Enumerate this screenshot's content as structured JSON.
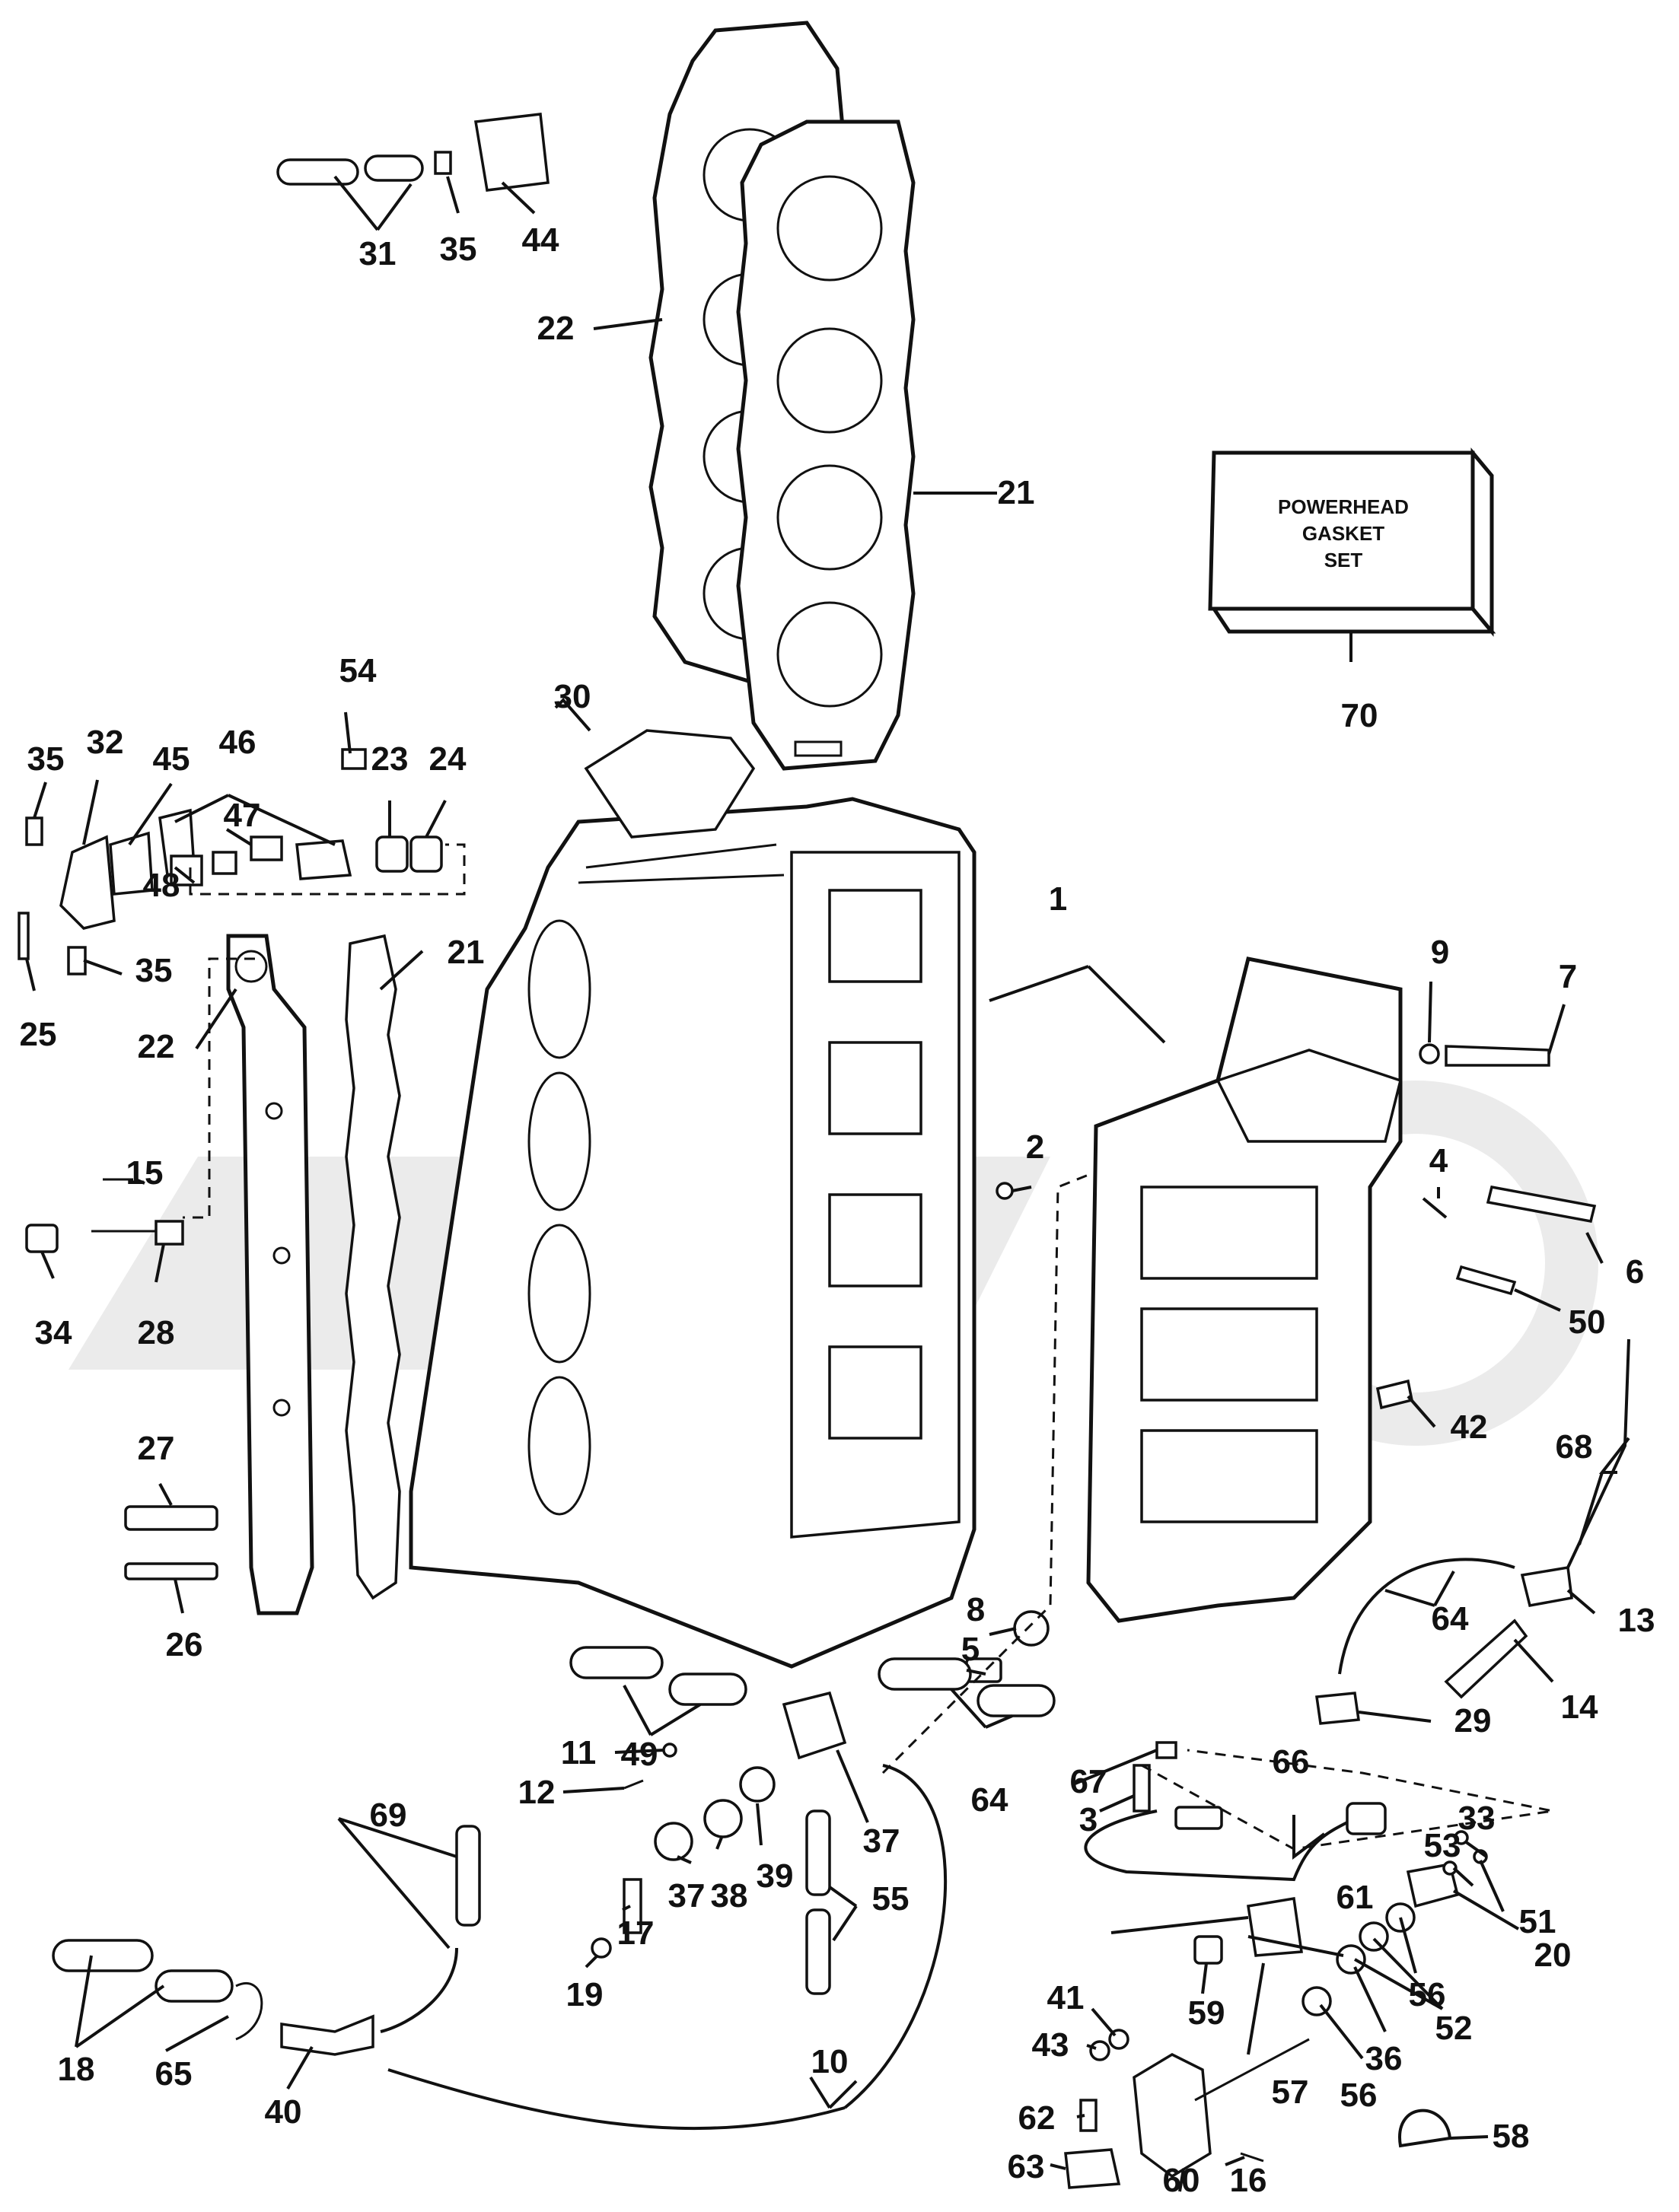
{
  "gasket_box": {
    "line1": "POWERHEAD",
    "line2": "GASKET",
    "line3": "SET"
  },
  "labels": {
    "p1": "1",
    "p2": "2",
    "p3": "3",
    "p4": "4",
    "p5": "5",
    "p6": "6",
    "p7": "7",
    "p8": "8",
    "p9": "9",
    "p10": "10",
    "p11": "11",
    "p12": "12",
    "p13": "13",
    "p14": "14",
    "p15": "15",
    "p16": "16",
    "p17": "17",
    "p18": "18",
    "p19": "19",
    "p20": "20",
    "p21a": "21",
    "p21b": "21",
    "p22a": "22",
    "p22b": "22",
    "p23": "23",
    "p24": "24",
    "p25": "25",
    "p26": "26",
    "p27": "27",
    "p28": "28",
    "p29": "29",
    "p30": "30",
    "p31": "31",
    "p32": "32",
    "p33": "33",
    "p34": "34",
    "p35a": "35",
    "p35b": "35",
    "p35c": "35",
    "p36": "36",
    "p37a": "37",
    "p37b": "37",
    "p38": "38",
    "p39": "39",
    "p40": "40",
    "p41": "41",
    "p42": "42",
    "p43": "43",
    "p44": "44",
    "p45": "45",
    "p46": "46",
    "p47": "47",
    "p48": "48",
    "p49": "49",
    "p50": "50",
    "p51": "51",
    "p52": "52",
    "p53": "53",
    "p54": "54",
    "p55": "55",
    "p56a": "56",
    "p56b": "56",
    "p57": "57",
    "p58": "58",
    "p59": "59",
    "p60": "60",
    "p61": "61",
    "p62": "62",
    "p63": "63",
    "p64a": "64",
    "p64b": "64",
    "p65": "65",
    "p66": "66",
    "p67": "67",
    "p68": "68",
    "p69": "69",
    "p70": "70"
  }
}
